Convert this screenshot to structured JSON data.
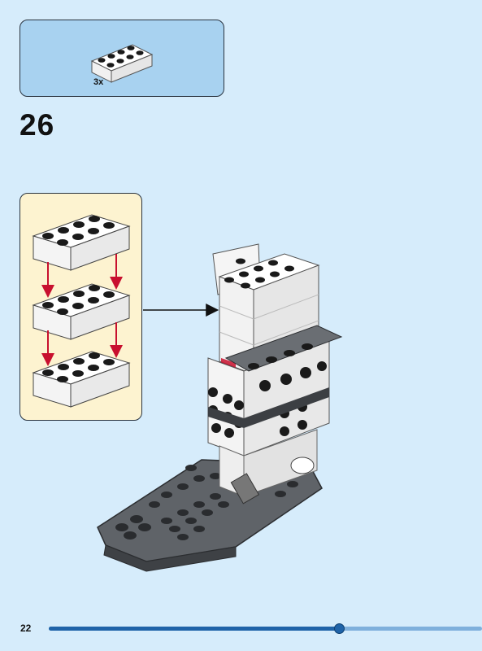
{
  "parts_list": {
    "quantity_label": "3x",
    "part": "white 2x4 brick"
  },
  "step": {
    "number": "26"
  },
  "page": {
    "number": "22",
    "progress": 0.67
  },
  "colors": {
    "background": "#d6ecfb",
    "parts_box": "#a8d2f0",
    "callout": "#fdf3d0",
    "arrow_red": "#c8102e",
    "progress": "#1f63a8"
  }
}
